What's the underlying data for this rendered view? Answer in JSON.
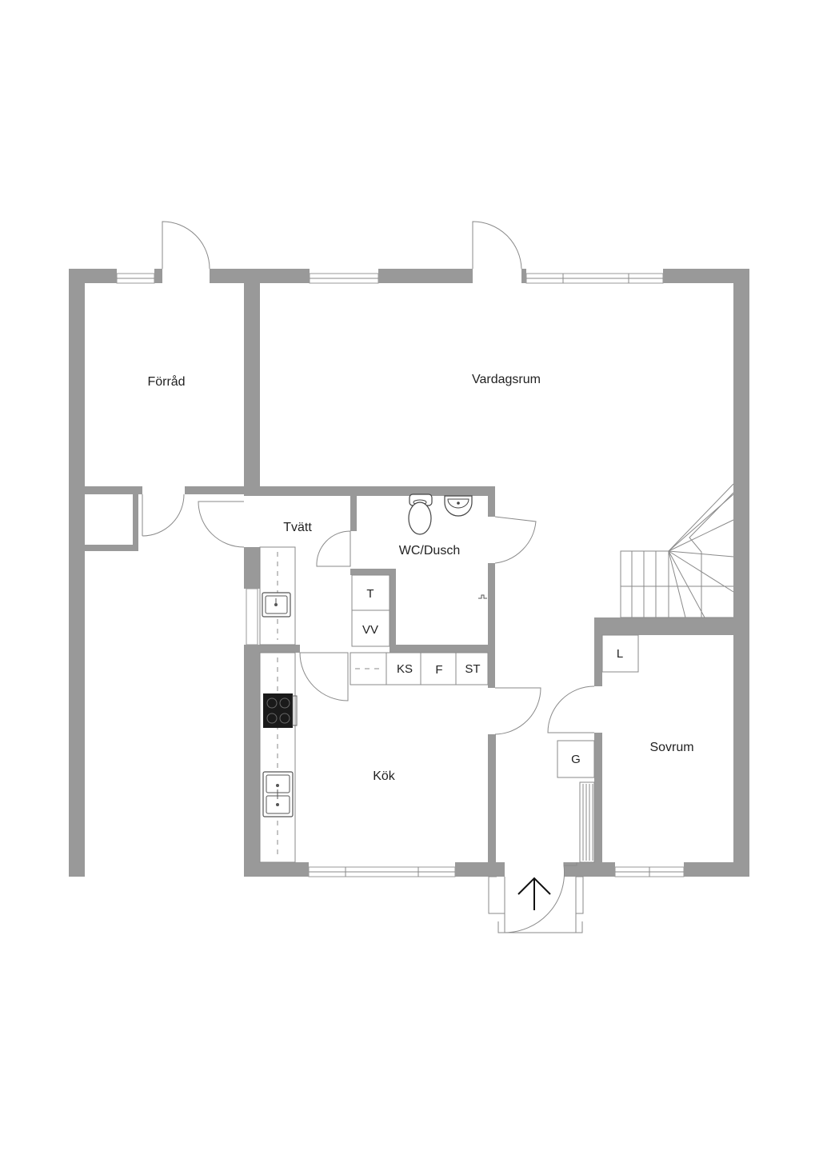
{
  "rooms": {
    "forrad": "Förråd",
    "vardagsrum": "Vardagsrum",
    "tvatt": "Tvätt",
    "wc_dusch": "WC/Dusch",
    "kok": "Kök",
    "sovrum": "Sovrum"
  },
  "fixtures": {
    "t": "T",
    "vv": "VV",
    "ks": "KS",
    "f": "F",
    "st": "ST",
    "l": "L",
    "g": "G"
  },
  "colors": {
    "wall": "#999999",
    "line": "#8a8a8a",
    "text": "#222222",
    "stove": "#1a1a1a"
  },
  "icons": {
    "entrance": "arrow-up-icon",
    "stove": "hob-icon",
    "sink": "sink-icon",
    "toilet": "toilet-icon",
    "washbasin": "washbasin-icon",
    "stairs": "stairs-icon"
  }
}
